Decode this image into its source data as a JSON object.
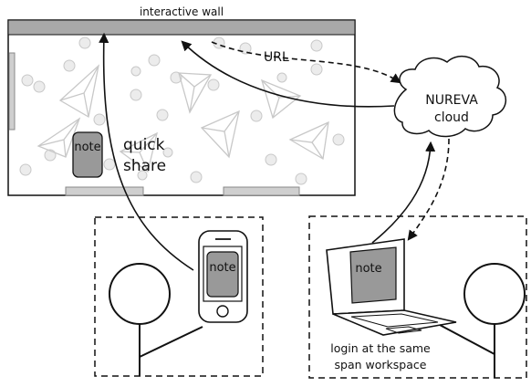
{
  "wall": {
    "title": "interactive wall",
    "note_label": "note"
  },
  "quick_share": {
    "line1": "quick",
    "line2": "share"
  },
  "url_label": "URL",
  "cloud": {
    "line1": "NUREVA",
    "line2": "cloud"
  },
  "phone": {
    "note_label": "note"
  },
  "laptop": {
    "note_label": "note"
  },
  "login_caption": {
    "line1": "login at the same",
    "line2": "span workspace"
  },
  "colors": {
    "wall_bar": "#a9a9a9",
    "note_fill": "#999999",
    "decor_circle": "#c8c8c8",
    "decor_circle_fill": "#ececec",
    "line": "#111111"
  }
}
